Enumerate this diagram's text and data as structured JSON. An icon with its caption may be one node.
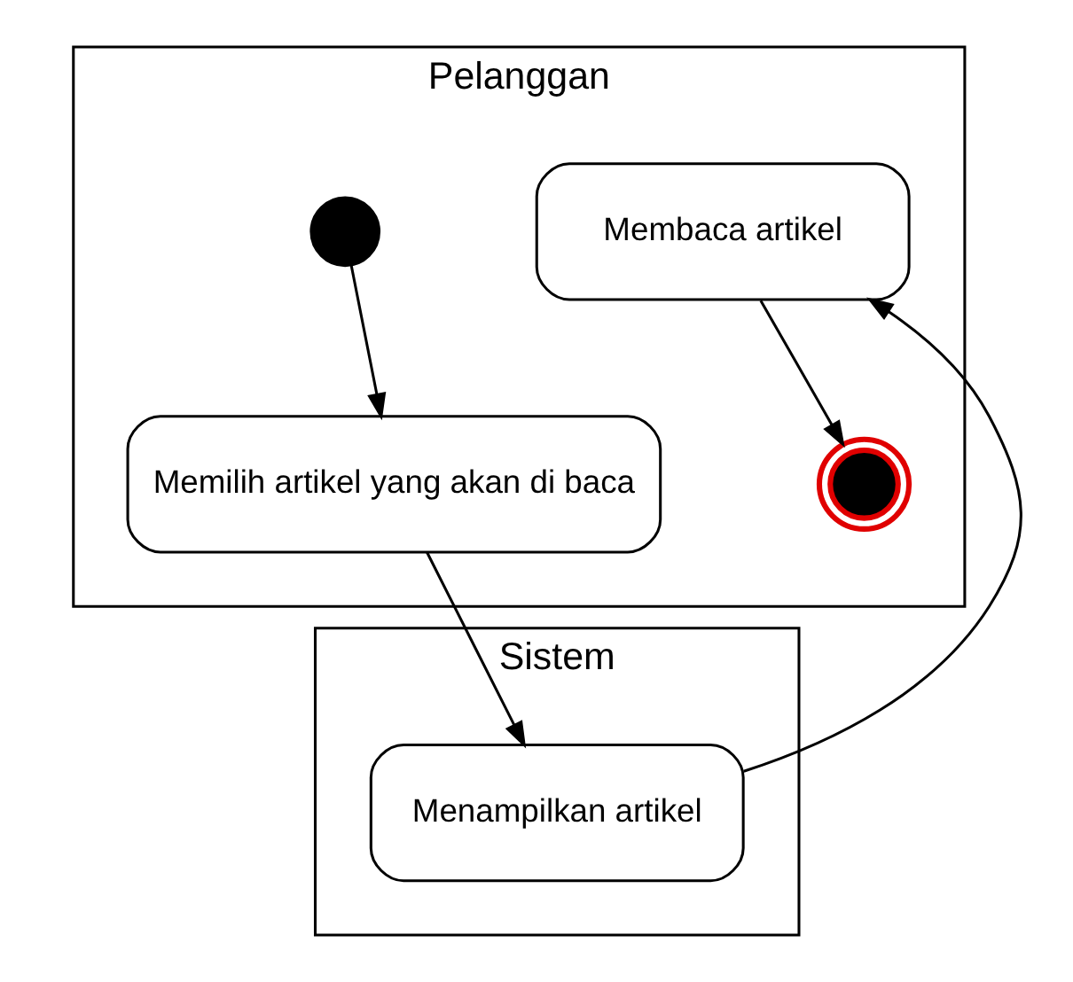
{
  "diagram": {
    "nodes": [
      {
        "text": [
          "Pelanggan"
        ]
      },
      {
        "text": [
          "Sistem"
        ]
      },
      {
        "text": [],
        "shape": "circle",
        "in": 0
      },
      {
        "text": [
          "Memilih artikel yang akan di baca"
        ],
        "in": 0
      },
      {
        "text": [
          "Menampilkan artikel"
        ],
        "in": 1
      },
      {
        "text": [
          "Membaca artikel"
        ],
        "in": 0
      },
      {
        "text": [],
        "shape": "circle",
        "in": 0
      }
    ],
    "edges": [
      {
        "from": 2,
        "to": 3,
        "arrow": "to"
      },
      {
        "from": 3,
        "to": 4,
        "arrow": "to"
      },
      {
        "from": 4,
        "to": 5,
        "arrow": "to"
      },
      {
        "from": 5,
        "to": 6,
        "arrow": "to"
      }
    ]
  }
}
